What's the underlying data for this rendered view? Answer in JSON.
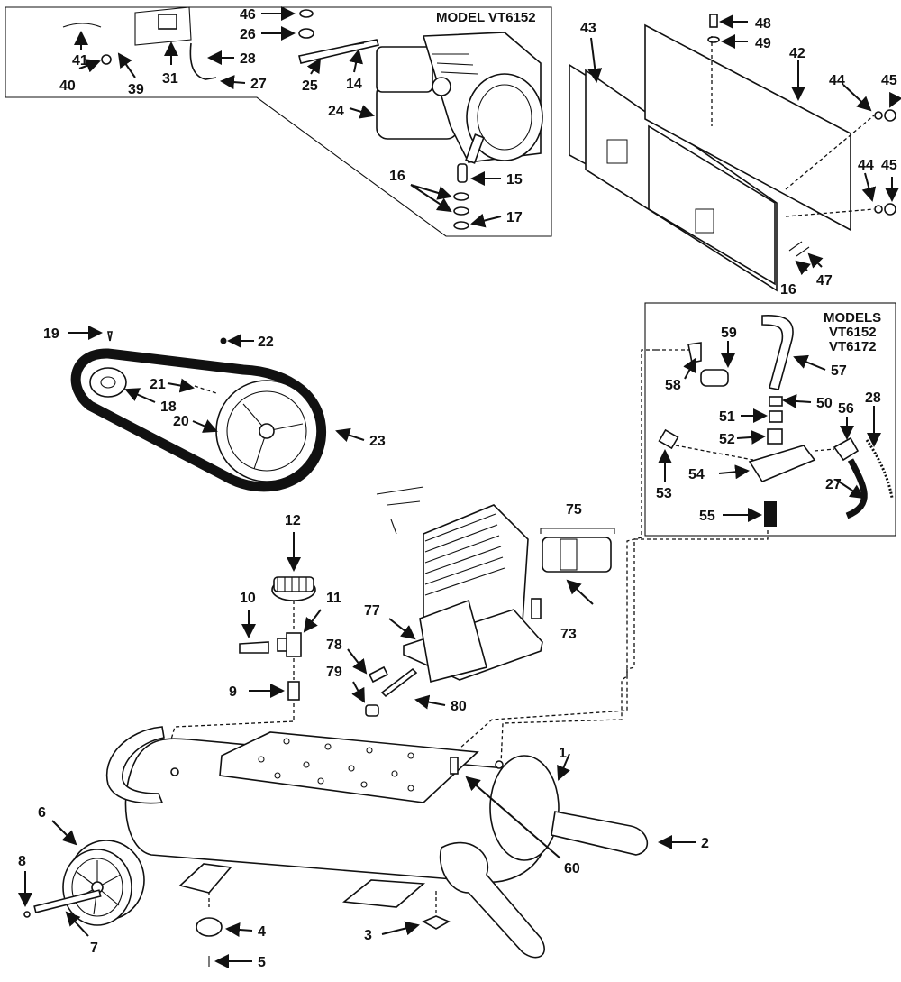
{
  "panels": {
    "engine_model_label": "MODEL VT6152",
    "hose_models_label": [
      "MODELS",
      "VT6152",
      "VT6172"
    ]
  },
  "callouts": [
    "1",
    "2",
    "3",
    "4",
    "5",
    "6",
    "7",
    "8",
    "9",
    "10",
    "11",
    "12",
    "14",
    "15",
    "16",
    "17",
    "18",
    "19",
    "20",
    "21",
    "22",
    "23",
    "24",
    "25",
    "26",
    "27",
    "28",
    "31",
    "39",
    "40",
    "41",
    "42",
    "43",
    "44",
    "45",
    "46",
    "47",
    "48",
    "49",
    "50",
    "51",
    "52",
    "53",
    "54",
    "55",
    "56",
    "57",
    "58",
    "59",
    "60",
    "73",
    "75",
    "77",
    "78",
    "79",
    "80"
  ],
  "callout_repeats": [
    "16",
    "27",
    "28",
    "44",
    "45"
  ]
}
